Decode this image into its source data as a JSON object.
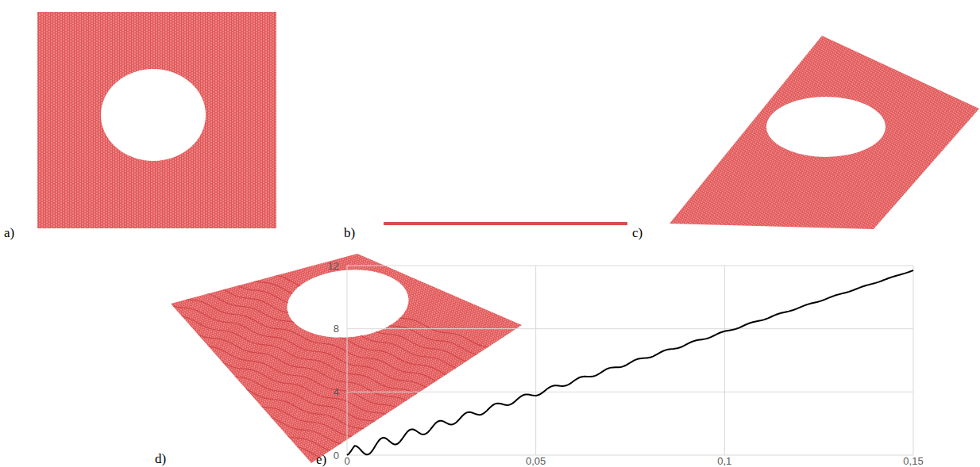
{
  "diagram": {
    "labels": [
      "a)",
      "b)",
      "c)",
      "d)",
      "e)",
      "0",
      "4",
      "8",
      "12",
      "0",
      "0,05",
      "0,1",
      "0,15"
    ]
  }
}
